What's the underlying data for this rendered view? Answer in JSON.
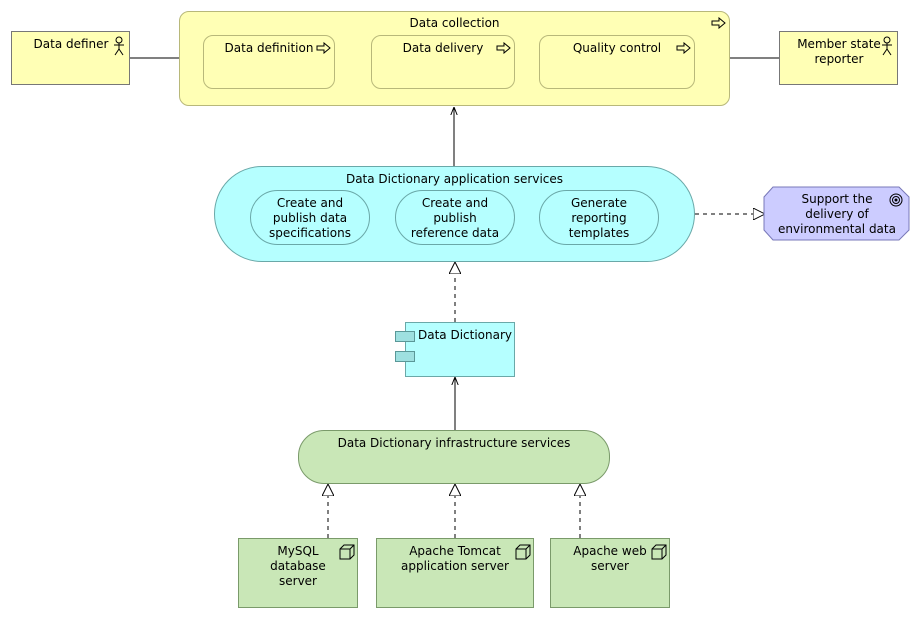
{
  "actors": {
    "left": "Data definer",
    "right_line1": "Member state",
    "right_line2": "reporter"
  },
  "process": {
    "title": "Data collection",
    "steps": [
      "Data definition",
      "Data delivery",
      "Quality control"
    ]
  },
  "app_services": {
    "title": "Data Dictionary application services",
    "items": [
      [
        "Create and",
        "publish data",
        "specifications"
      ],
      [
        "Create and",
        "publish",
        "reference data"
      ],
      [
        "Generate",
        "reporting",
        "templates"
      ]
    ]
  },
  "goal": [
    "Support the",
    "delivery of",
    "environmental data"
  ],
  "component": "Data Dictionary",
  "infra_service": "Data Dictionary infrastructure services",
  "nodes": [
    [
      "MySQL",
      "database",
      "server"
    ],
    [
      "Apache Tomcat",
      "application server"
    ],
    [
      "Apache web",
      "server"
    ]
  ],
  "colors": {
    "business": "#ffffb5",
    "application": "#b5ffff",
    "technology": "#c9e7b7",
    "motivation": "#ccccff"
  }
}
